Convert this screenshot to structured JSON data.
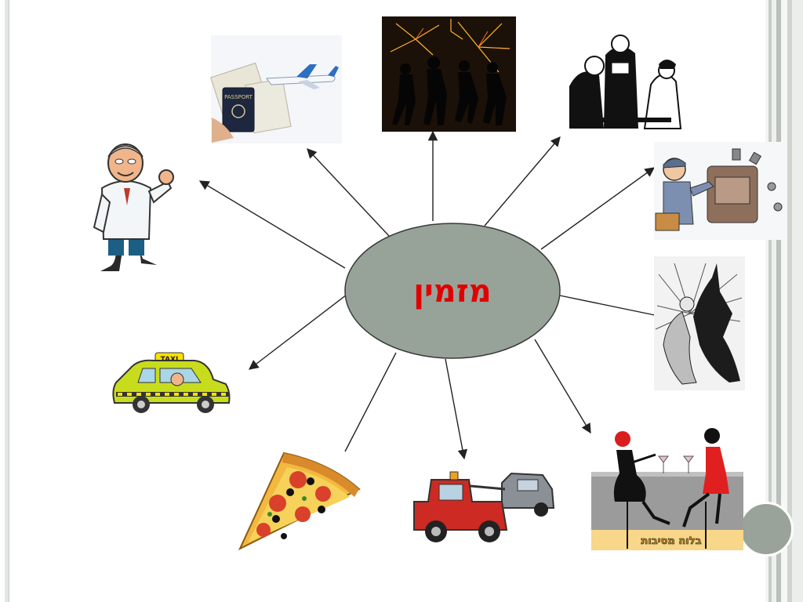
{
  "slide": {
    "center_label": "מזמין"
  },
  "images": {
    "doctor": {
      "icon": "doctor-icon"
    },
    "passport_flight": {
      "icon": "passport-plane-icon",
      "text": "PASSPORT"
    },
    "party_fireworks": {
      "icon": "fireworks-dancers-icon"
    },
    "waiter_diners": {
      "icon": "waiter-diners-icon"
    },
    "plumber": {
      "icon": "repairman-icon"
    },
    "dancer": {
      "icon": "dancer-icon"
    },
    "taxi": {
      "icon": "taxi-icon",
      "sign": "TAXI"
    },
    "pizza": {
      "icon": "pizza-slice-icon"
    },
    "tow_truck": {
      "icon": "tow-truck-icon"
    },
    "bar_party": {
      "icon": "bar-party-icon",
      "sign": "בלוה מסיבות"
    }
  },
  "colors": {
    "center_fill": "#97a399",
    "center_label": "#e00000"
  }
}
